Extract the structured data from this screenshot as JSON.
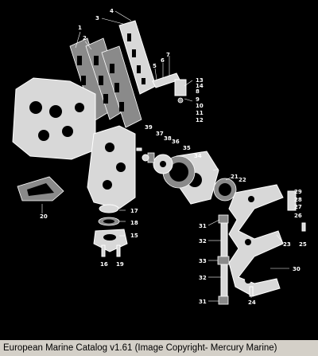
{
  "caption": "European Marine Catalog v1.61 (Image Copyright- Mercury Marine)",
  "callouts": [
    "1",
    "2",
    "3",
    "4",
    "5",
    "6",
    "7",
    "8",
    "9",
    "10",
    "11",
    "12",
    "13",
    "14",
    "15",
    "16",
    "17",
    "18",
    "19",
    "20",
    "21",
    "22",
    "23",
    "24",
    "25",
    "26",
    "27",
    "28",
    "29",
    "30",
    "31",
    "32",
    "33",
    "34",
    "35",
    "36",
    "37",
    "38",
    "39"
  ],
  "colors": {
    "background": "#000000",
    "line_art": "#ffffff",
    "caption_bar": "#d4d0c8"
  }
}
